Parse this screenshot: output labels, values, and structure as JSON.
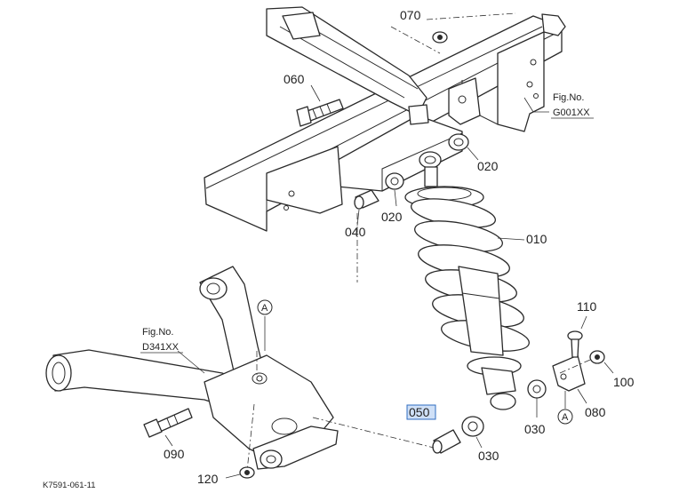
{
  "callouts": {
    "c010": "010",
    "c020a": "020",
    "c020b": "020",
    "c030a": "030",
    "c030b": "030",
    "c040": "040",
    "c050": "050",
    "c060": "060",
    "c070": "070",
    "c080": "080",
    "c090": "090",
    "c100": "100",
    "c110": "110",
    "c120": "120"
  },
  "refs": {
    "fig_g_line1": "Fig.No.",
    "fig_g_line2": "G001XX",
    "fig_d_line1": "Fig.No.",
    "fig_d_line2": "D341XX",
    "marker_a1": "A",
    "marker_a2": "A"
  },
  "drawing_code": "K7591-061-11",
  "highlight_color": "#2f6cc0"
}
